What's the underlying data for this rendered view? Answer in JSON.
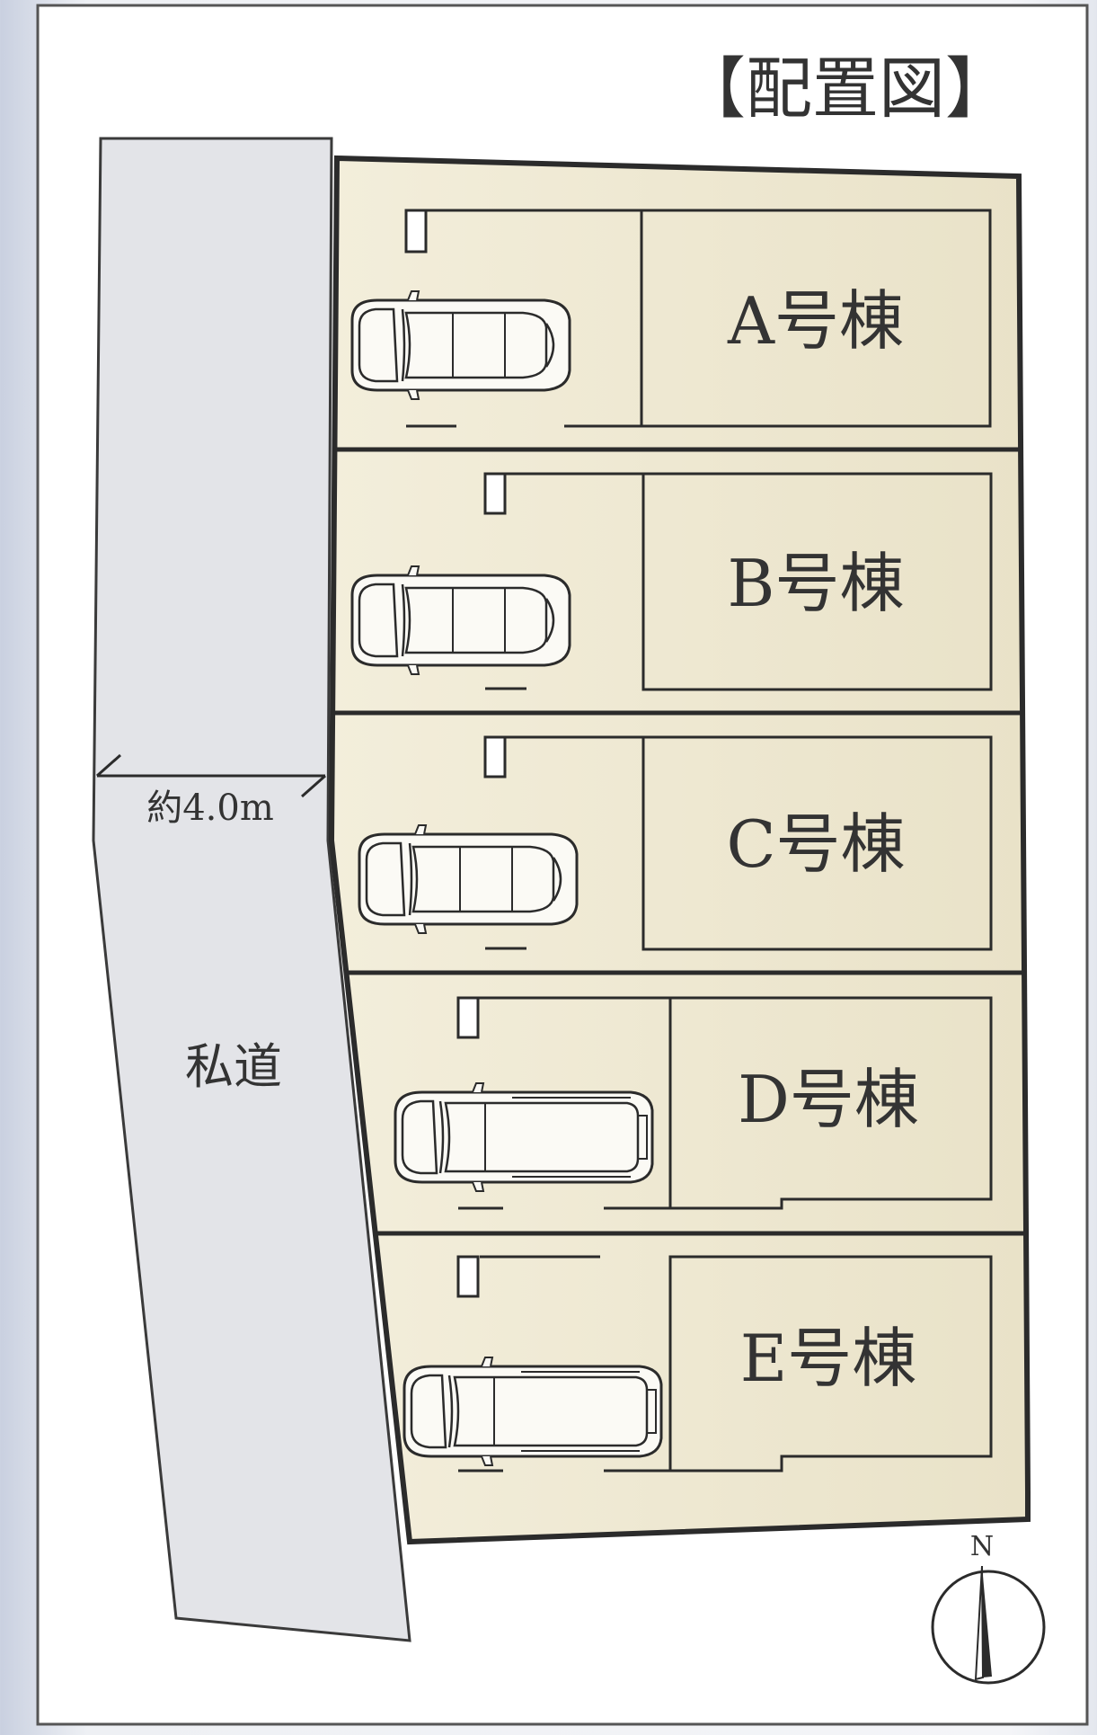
{
  "title": "【配置図】",
  "road": {
    "name": "私道",
    "width_label": "約4.0m"
  },
  "lots": [
    {
      "label": "A号棟"
    },
    {
      "label": "B号棟"
    },
    {
      "label": "C号棟"
    },
    {
      "label": "D号棟"
    },
    {
      "label": "E号棟"
    }
  ],
  "compass": {
    "north_label": "N"
  },
  "colors": {
    "lot_fill": "#efe9d4",
    "road_fill": "#e3e4e8",
    "line": "#2b2b2b"
  }
}
